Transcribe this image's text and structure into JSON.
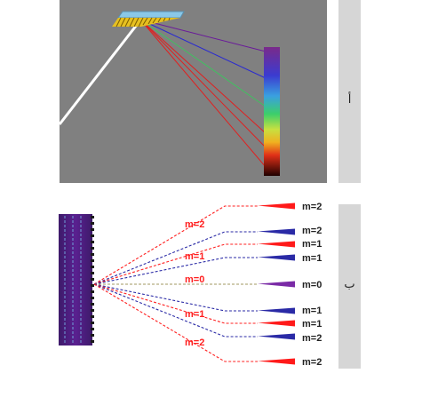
{
  "panels": {
    "top": {
      "label": "أ"
    },
    "bottom": {
      "label": "ب"
    }
  },
  "orders": {
    "m2": "m=2",
    "m1": "m=1",
    "m0": "m=0"
  },
  "colors": {
    "panel_bg": "#808080",
    "tab_bg": "#d6d6d6",
    "red": "#ff1a1a",
    "blue": "#2a2aa6",
    "purple": "#7a2aa6",
    "grating": "#4b1a73",
    "text_red": "#ff2020"
  }
}
